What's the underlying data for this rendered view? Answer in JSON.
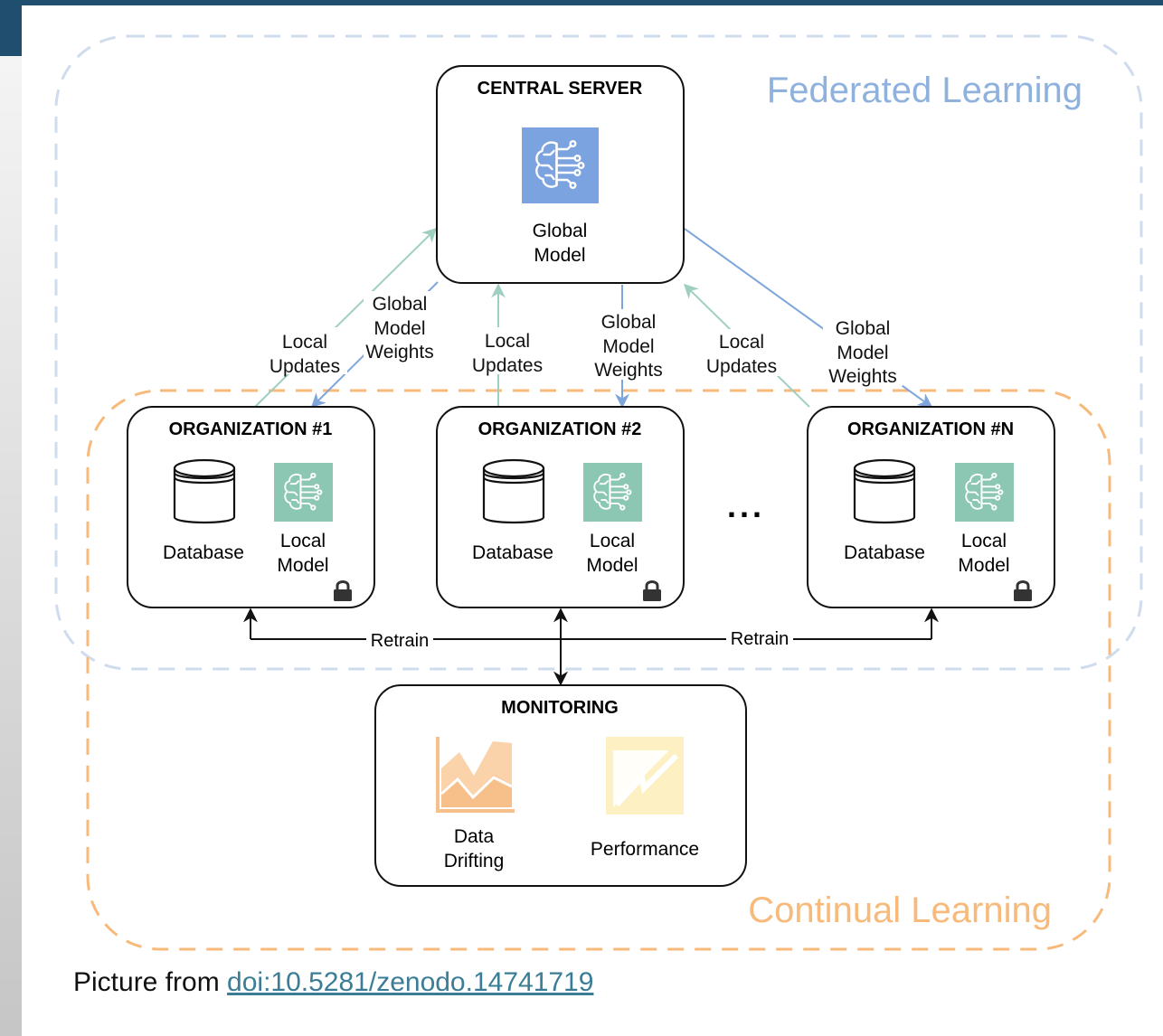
{
  "regions": {
    "federated": {
      "title": "Federated Learning",
      "color": "#8eb1de"
    },
    "continual": {
      "title": "Continual Learning",
      "color": "#f7ba7b"
    }
  },
  "central_server": {
    "title": "CENTRAL SERVER",
    "model_label_1": "Global",
    "model_label_2": "Model"
  },
  "organizations": [
    {
      "title": "ORGANIZATION #1",
      "db_label": "Database",
      "model_label_1": "Local",
      "model_label_2": "Model"
    },
    {
      "title": "ORGANIZATION #2",
      "db_label": "Database",
      "model_label_1": "Local",
      "model_label_2": "Model"
    },
    {
      "title": "ORGANIZATION #N",
      "db_label": "Database",
      "model_label_1": "Local",
      "model_label_2": "Model"
    }
  ],
  "ellipsis": "...",
  "edges": {
    "local_updates": [
      "Local",
      "Updates"
    ],
    "global_weights": [
      "Global",
      "Model",
      "Weights"
    ],
    "retrain": "Retrain"
  },
  "monitoring": {
    "title": "MONITORING",
    "drift_label_1": "Data",
    "drift_label_2": "Drifting",
    "performance_label": "Performance"
  },
  "caption": {
    "prefix": "Picture from ",
    "link_text": "doi:10.5281/zenodo.14741719"
  },
  "colors": {
    "global_icon": "#7ba3e0",
    "local_icon": "#8cc7b4",
    "updates_arrow": "#9fcfc0",
    "weights_arrow": "#7ea6dd",
    "drift_icon": "#f7c08b",
    "performance_icon": "#fdf1c4",
    "header_bar": "#1f4e6e"
  },
  "icons": {
    "global_model": "brain-circuit-icon",
    "local_model": "brain-circuit-icon",
    "database": "database-icon",
    "lock": "lock-icon",
    "data_drifting": "area-chart-icon",
    "performance": "performance-chart-icon"
  }
}
